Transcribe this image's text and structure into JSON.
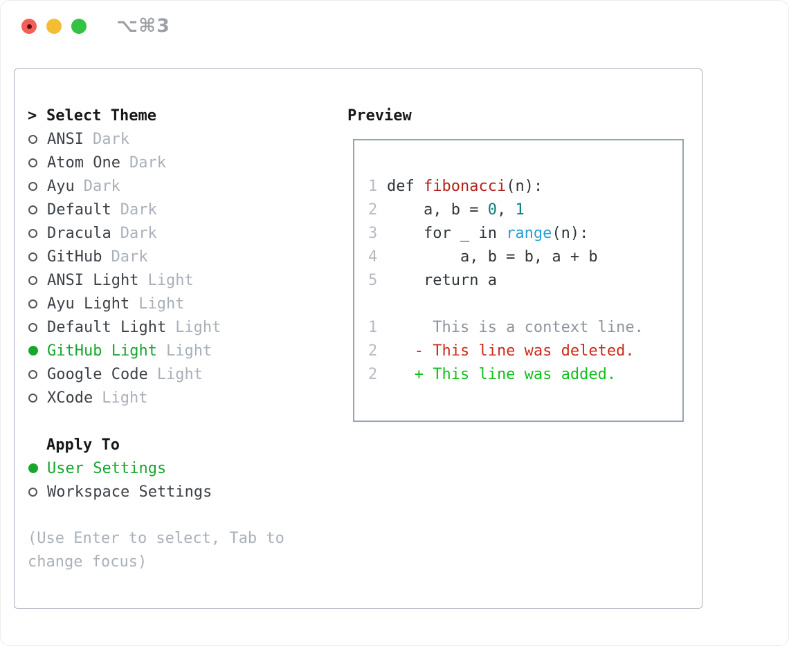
{
  "window": {
    "title": "⌥⌘3"
  },
  "colors": {
    "accent_green": "#17a62e",
    "panel_border": "#a6adb8",
    "preview_border": "#99a2ad",
    "muted_gray": "#a9b0ba",
    "code_plain": "#30353a",
    "code_function_red": "#b2241c",
    "code_number_teal": "#0e7b7c",
    "code_builtin_blue": "#259fd4",
    "diff_context_gray": "#8e959e",
    "diff_deleted_red": "#cc2b1b",
    "diff_added_green": "#11c01b",
    "traffic_red": "#f25f57",
    "traffic_yellow": "#f5bd33",
    "traffic_green": "#33c243"
  },
  "theme_picker": {
    "header_marker": ">",
    "header": "Select Theme",
    "items": [
      {
        "name": "ANSI",
        "tag": "Dark",
        "selected": false
      },
      {
        "name": "Atom One",
        "tag": "Dark",
        "selected": false
      },
      {
        "name": "Ayu",
        "tag": "Dark",
        "selected": false
      },
      {
        "name": "Default",
        "tag": "Dark",
        "selected": false
      },
      {
        "name": "Dracula",
        "tag": "Dark",
        "selected": false
      },
      {
        "name": "GitHub",
        "tag": "Dark",
        "selected": false
      },
      {
        "name": "ANSI Light",
        "tag": "Light",
        "selected": false
      },
      {
        "name": "Ayu Light",
        "tag": "Light",
        "selected": false
      },
      {
        "name": "Default Light",
        "tag": "Light",
        "selected": false
      },
      {
        "name": "GitHub Light",
        "tag": "Light",
        "selected": true
      },
      {
        "name": "Google Code",
        "tag": "Light",
        "selected": false
      },
      {
        "name": "XCode",
        "tag": "Light",
        "selected": false
      }
    ],
    "apply_to": {
      "header": "Apply To",
      "options": [
        {
          "name": "User Settings",
          "selected": true
        },
        {
          "name": "Workspace Settings",
          "selected": false
        }
      ]
    },
    "hint": "(Use Enter to select, Tab to change focus)"
  },
  "preview": {
    "header": "Preview",
    "code_lines": [
      {
        "num": "1",
        "tokens": [
          {
            "t": "def ",
            "c": "plain"
          },
          {
            "t": "fibonacci",
            "c": "func"
          },
          {
            "t": "(n):",
            "c": "plain"
          }
        ]
      },
      {
        "num": "2",
        "tokens": [
          {
            "t": "    a, b = ",
            "c": "plain"
          },
          {
            "t": "0",
            "c": "num"
          },
          {
            "t": ", ",
            "c": "plain"
          },
          {
            "t": "1",
            "c": "num"
          }
        ]
      },
      {
        "num": "3",
        "tokens": [
          {
            "t": "    for _ in ",
            "c": "plain"
          },
          {
            "t": "range",
            "c": "builtin"
          },
          {
            "t": "(n):",
            "c": "plain"
          }
        ]
      },
      {
        "num": "4",
        "tokens": [
          {
            "t": "        a, b = b, a + b",
            "c": "plain"
          }
        ]
      },
      {
        "num": "5",
        "tokens": [
          {
            "t": "    return a",
            "c": "plain"
          }
        ]
      }
    ],
    "diff_lines": [
      {
        "num": "1",
        "body": "     This is a context line.",
        "style": "context"
      },
      {
        "num": "2",
        "body": "   - This line was deleted.",
        "style": "deleted"
      },
      {
        "num": "2",
        "body": "   + This line was added.",
        "style": "added"
      }
    ]
  }
}
